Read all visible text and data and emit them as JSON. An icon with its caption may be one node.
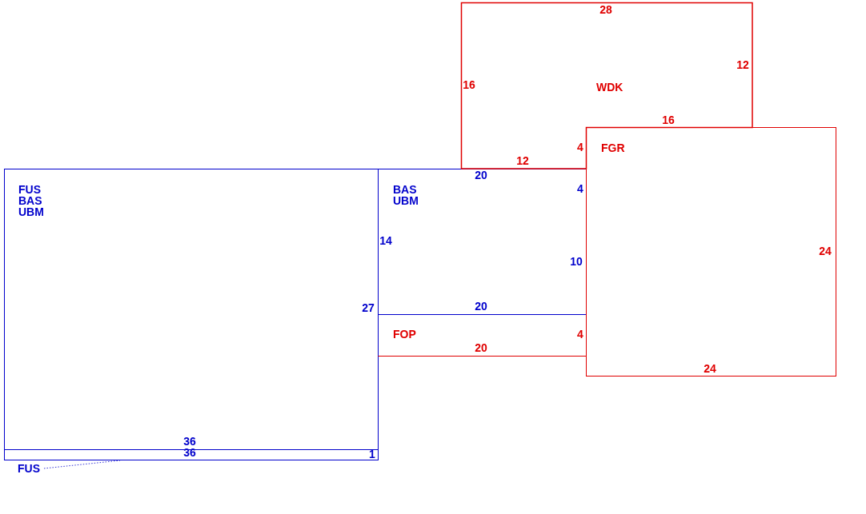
{
  "diagram": {
    "nodes": [
      {
        "text": [
          "WDK"
        ]
      },
      {
        "text": [
          "FGR"
        ]
      },
      {
        "text": [
          "FUS",
          "BAS",
          "UBM"
        ]
      },
      {
        "text": [
          "BAS",
          "UBM"
        ]
      },
      {
        "text": [
          "FOP"
        ]
      },
      {
        "text": [],
        "shape": "box"
      },
      {
        "text": [
          "FUS"
        ]
      }
    ],
    "edges": [
      {
        "from": 6,
        "to": 5,
        "arrow": "none",
        "style": "dashed"
      }
    ],
    "labels": [
      "28",
      "12",
      "16",
      "16",
      "4",
      "12",
      "20",
      "4",
      "14",
      "24",
      "10",
      "27",
      "20",
      "4",
      "20",
      "24",
      "36",
      "36",
      "1"
    ]
  }
}
